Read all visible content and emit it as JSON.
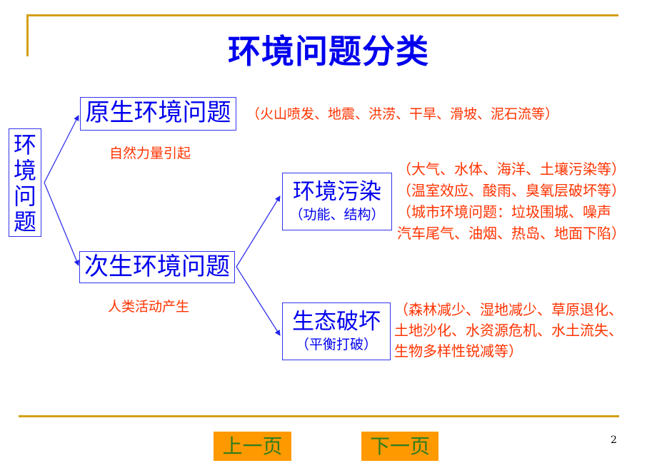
{
  "slide": {
    "title": "环境问题分类",
    "page_number": "2",
    "colors": {
      "title": "#0000ee",
      "box_text": "#0000ee",
      "note_text": "#ff3300",
      "rule_line": "#d4a017",
      "nav_button_bg": "#ff9900",
      "nav_button_text": "#2e7d1e"
    }
  },
  "root": {
    "chars": [
      "环",
      "境",
      "问",
      "题"
    ]
  },
  "primary": {
    "label": "原生环境问题",
    "cause": "自然力量引起",
    "examples": "（火山喷发、地震、洪涝、干旱、滑坡、泥石流等）"
  },
  "secondary": {
    "label": "次生环境问题",
    "cause": "人类活动产生"
  },
  "pollution": {
    "label": "环境污染",
    "sub": "（功能、结构）",
    "examples": [
      "（大气、水体、海洋、土壤污染等）",
      "（温室效应、酸雨、臭氧层破坏等）",
      "（城市环境问题：垃圾围城、噪声",
      "汽车尾气、油烟、热岛、地面下陷）"
    ]
  },
  "ecology": {
    "label": "生态破坏",
    "sub": "（平衡打破）",
    "examples": [
      "（森林减少、湿地减少、草原退化、",
      "土地沙化、水资源危机、水土流失、",
      "生物多样性锐减等）"
    ]
  },
  "nav": {
    "prev_label": "上一页",
    "next_label": "下一页"
  }
}
